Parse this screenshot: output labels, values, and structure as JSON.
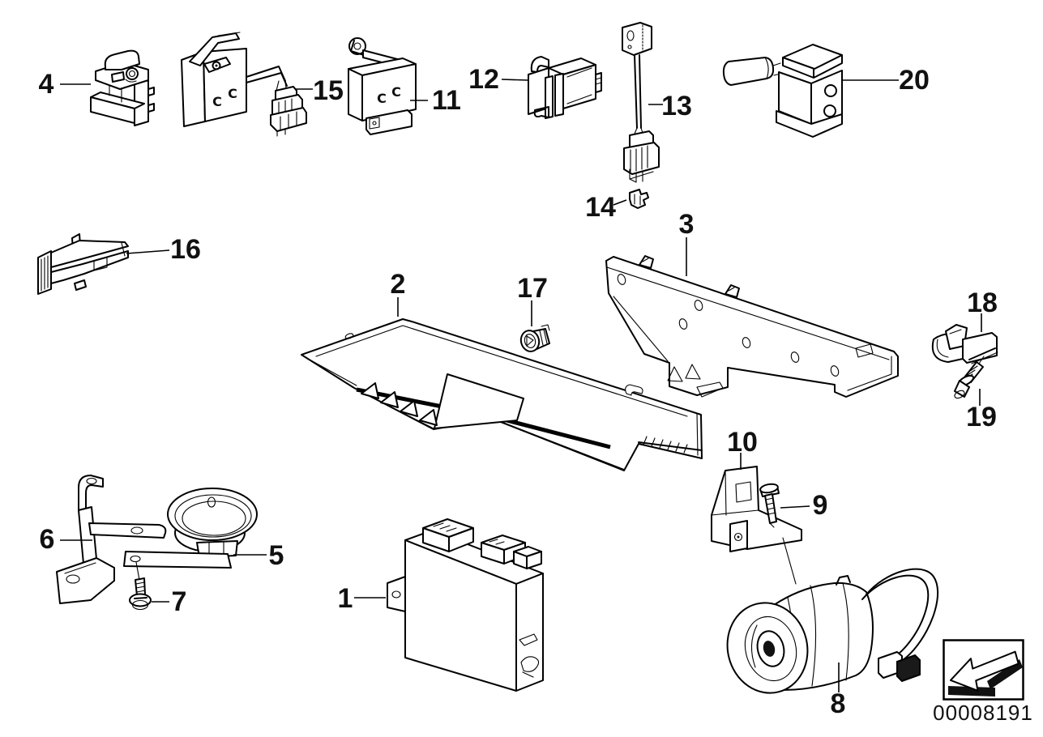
{
  "diagram": {
    "callouts": [
      "1",
      "2",
      "3",
      "4",
      "5",
      "6",
      "7",
      "8",
      "9",
      "10",
      "11",
      "12",
      "13",
      "14",
      "15",
      "16",
      "17",
      "18",
      "19",
      "20"
    ],
    "marking_c": "C",
    "code": "00008191",
    "icons": {
      "nav_arrow": "arrow-down-left-3d"
    },
    "colors": {
      "line": "#000000",
      "background": "#ffffff"
    }
  }
}
